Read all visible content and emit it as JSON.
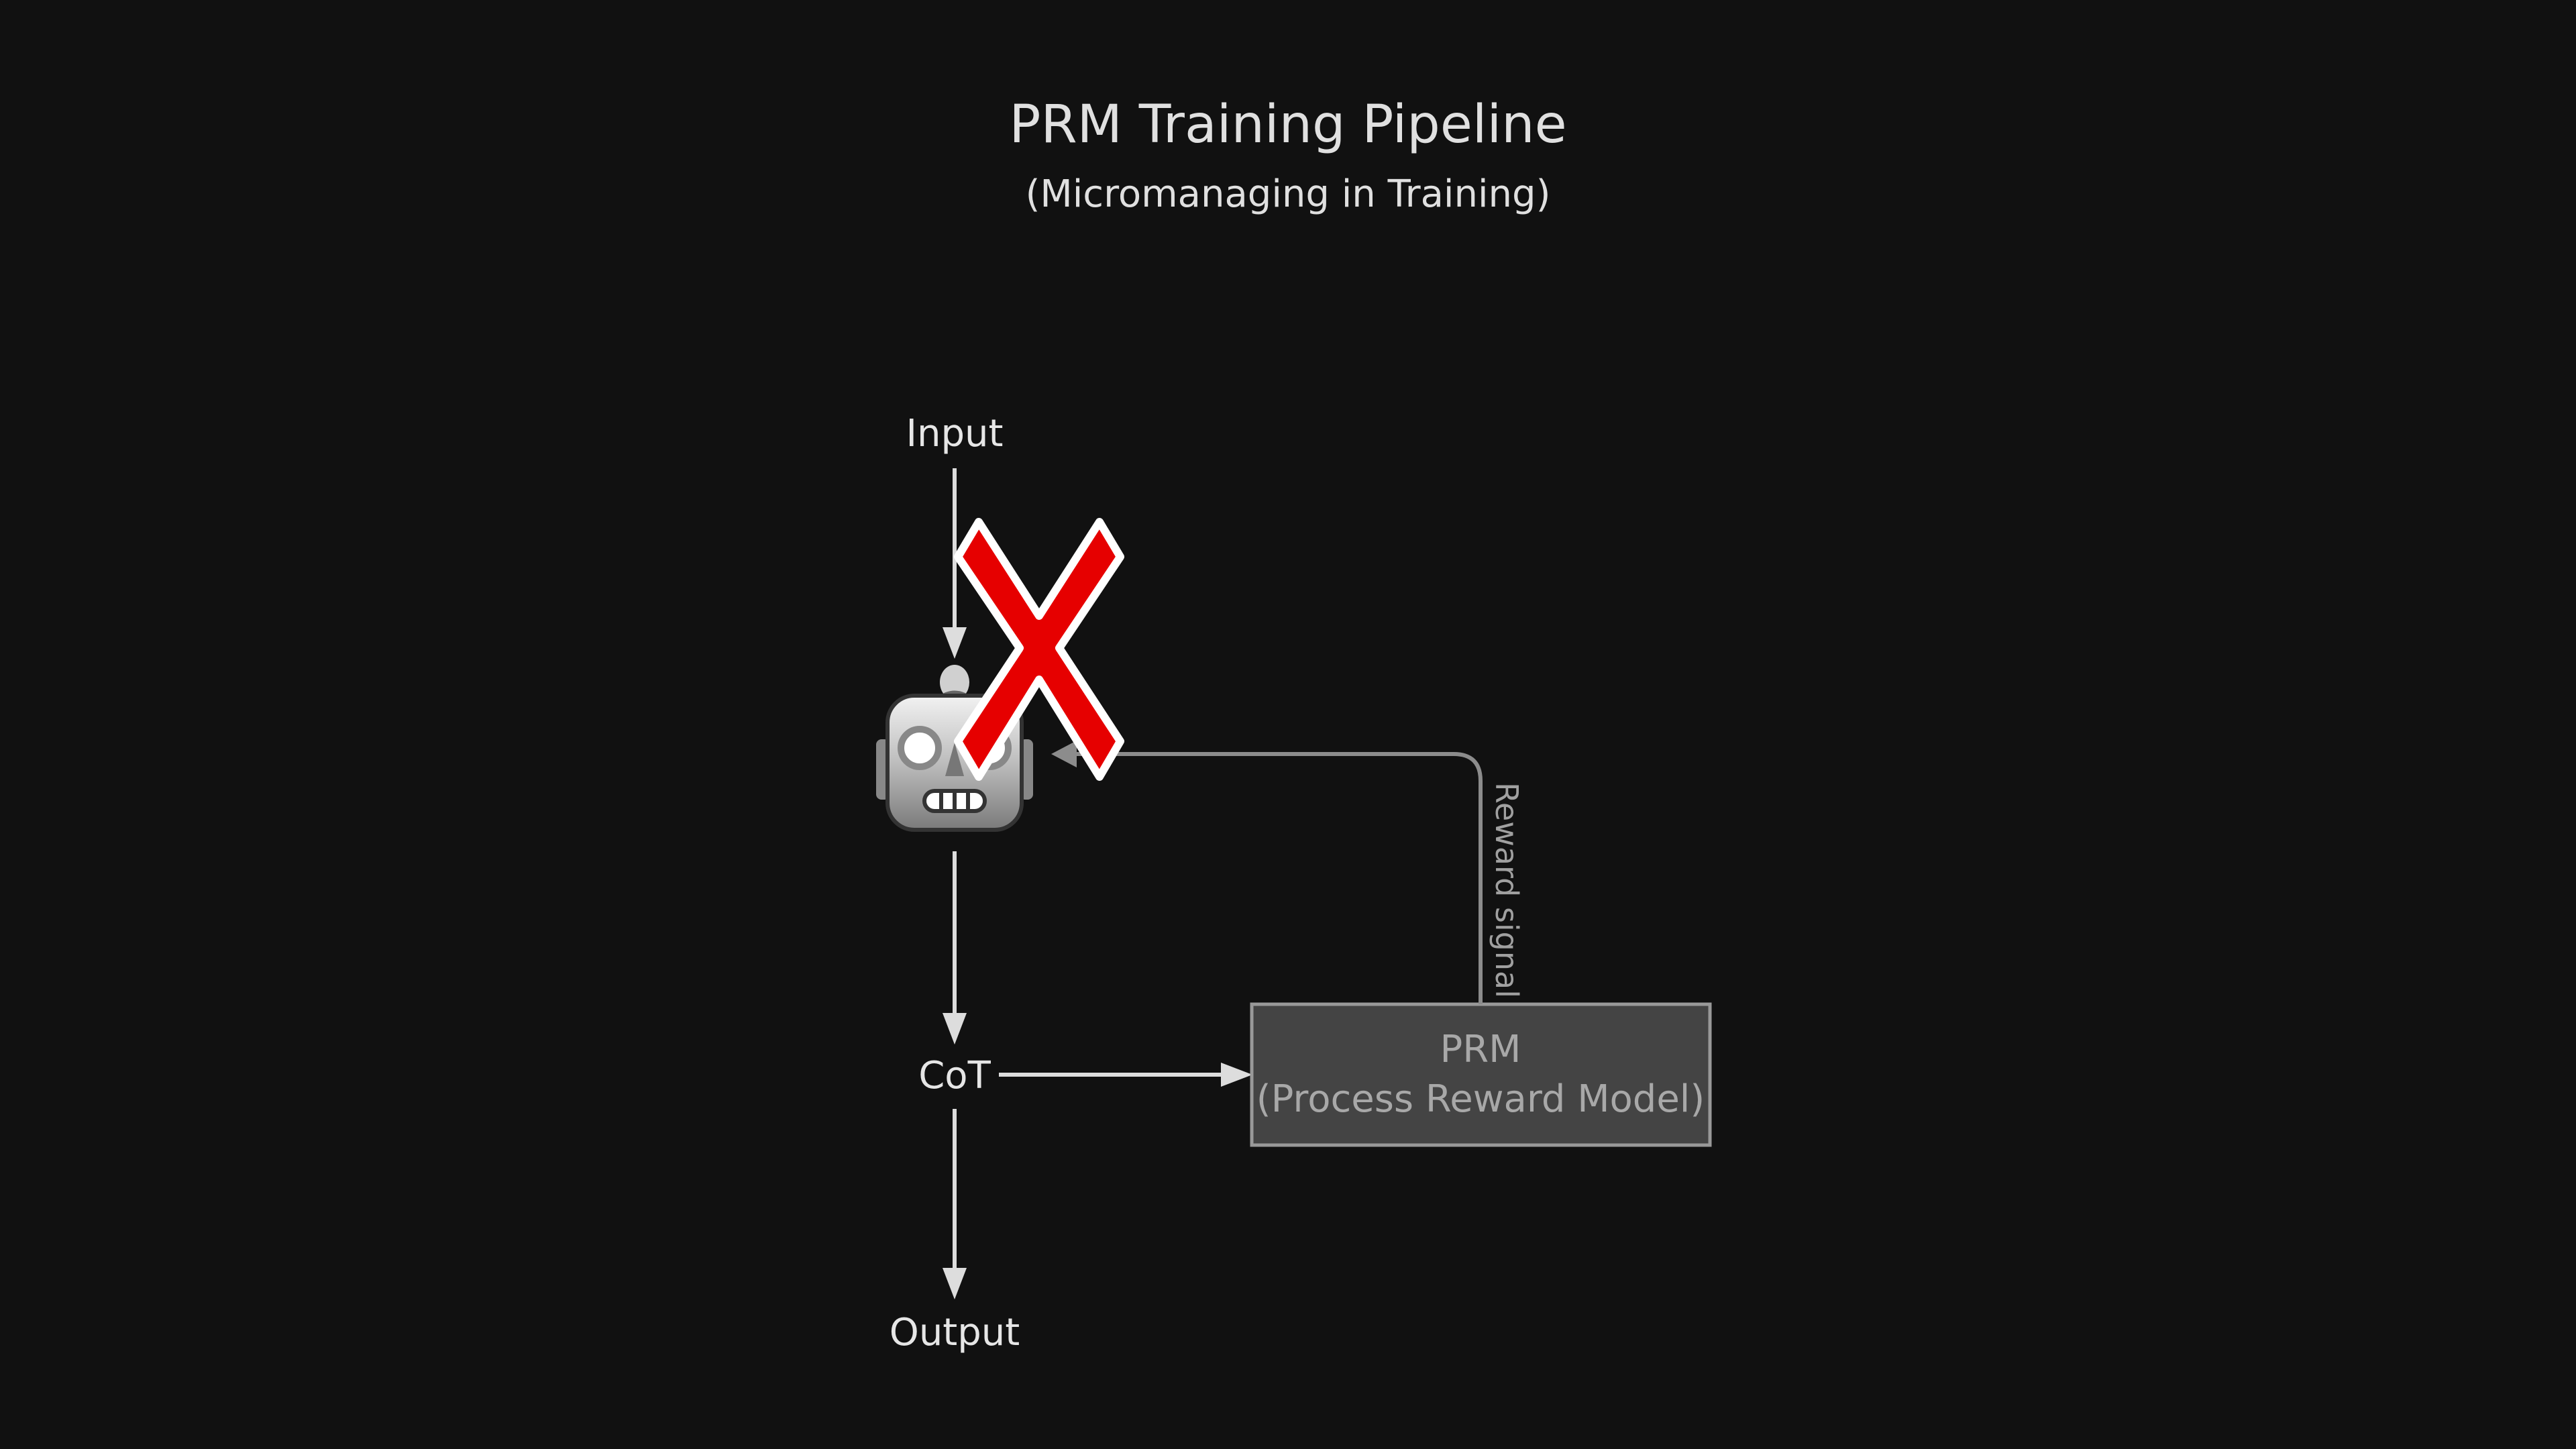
{
  "title": "PRM Training Pipeline",
  "subtitle": "(Micromanaging in Training)",
  "nodes": {
    "input": "Input",
    "model_icon": "robot-icon",
    "cot": "CoT",
    "output": "Output",
    "prm_line1": "PRM",
    "prm_line2": "(Process Reward Model)"
  },
  "edges": {
    "reward_label": "Reward signal"
  },
  "overlay": {
    "icon": "red-x-cross-icon",
    "color": "#e60000"
  },
  "colors": {
    "background": "#111111",
    "text": "#e6e6e6",
    "muted": "#8c8c8c",
    "prm_fill": "#444444"
  }
}
